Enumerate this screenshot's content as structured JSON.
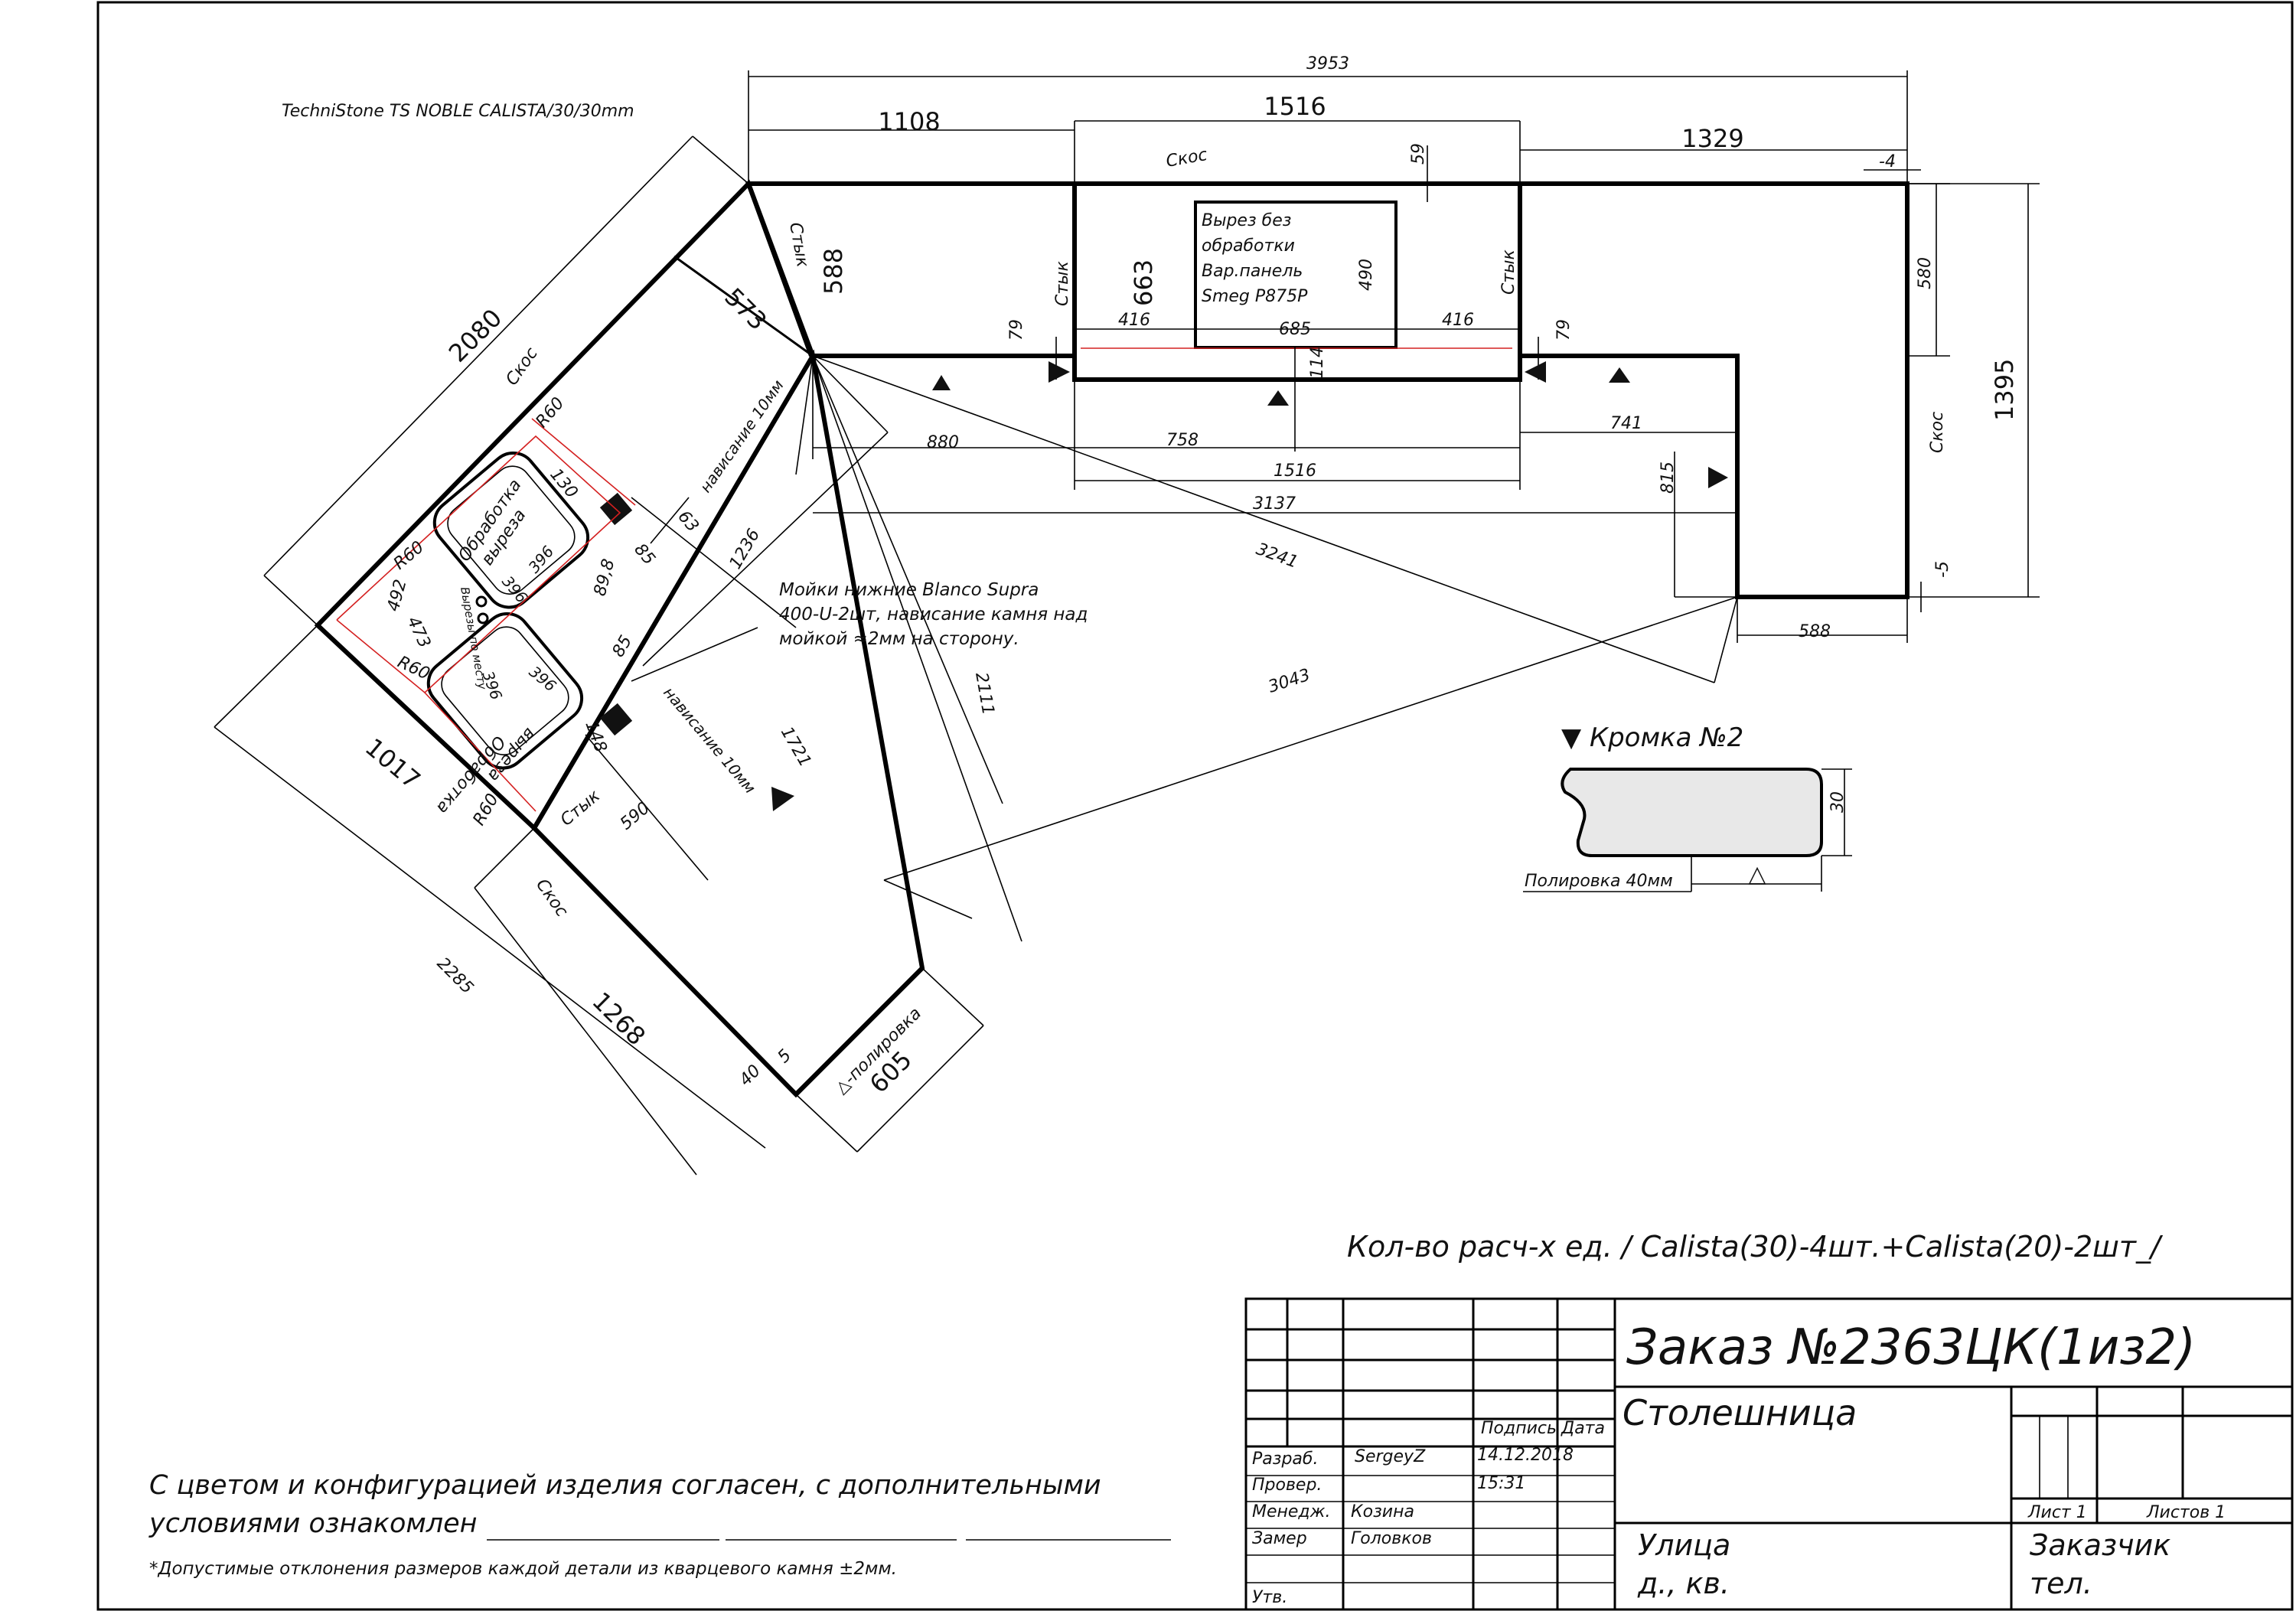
{
  "material": "TechniStone TS NOBLE CALISTA/30/30mm",
  "dims": {
    "total_width": "3953",
    "seg_left": "1108",
    "seg_mid": "1516",
    "seg_right": "1329",
    "minus4": "-4",
    "minus5": "-5",
    "d588_top": "588",
    "d663": "663",
    "d59": "59",
    "d490": "490",
    "d416_left": "416",
    "d416_right": "416",
    "d685": "685",
    "d114": "114",
    "d79_left": "79",
    "d79_right": "79",
    "d580": "580",
    "d1395": "1395",
    "d880": "880",
    "d758": "758",
    "d1516_lower": "1516",
    "d741": "741",
    "d815": "815",
    "d3137": "3137",
    "d3241": "3241",
    "d588_right": "588",
    "d3043": "3043",
    "d2111": "2111",
    "d2080": "2080",
    "d573": "573",
    "d1236": "1236",
    "d1721": "1721",
    "d63": "63",
    "d85a": "85",
    "d85b": "85",
    "d898": "89,8",
    "d130": "130",
    "d492": "492",
    "d473": "473",
    "d396a": "396",
    "d396b": "396",
    "d396c": "396",
    "d396d": "396",
    "d148": "148",
    "d1017": "1017",
    "d590": "590",
    "d2285": "2285",
    "d1268": "1268",
    "d605": "605",
    "d5": "5",
    "d40": "40"
  },
  "labels": {
    "skos_top": "Скос",
    "skos_right": "Скос",
    "skos_diag": "Скос",
    "skos_bottom": "Скос",
    "styk1": "Стык",
    "styk2": "Стык",
    "styk3": "Стык",
    "styk4": "Стык",
    "r60_1": "R60",
    "r60_2": "R60",
    "r60_3": "R60",
    "r60_4": "R60",
    "navis1": "нависание 10мм",
    "navis2": "нависание 10мм",
    "vyrezy_po_mestu": "Вырезы по месту",
    "sink1_l1": "Обработка",
    "sink1_l2": "выреза",
    "sink2_l1": "Обработка",
    "sink2_l2": "выреза",
    "polirovka_tri": "△-полировка"
  },
  "cutout_text": [
    "Вырез без",
    "обработки",
    "Вар.панель",
    "Smeg P875P"
  ],
  "sinks_note": [
    "Мойки нижние Blanco Supra",
    "400-U-2шт, нависание камня над",
    "мойкой ≈2мм на сторону."
  ],
  "edge": {
    "title": "▼ Кромка №2",
    "height": "30",
    "polish": "Полировка 40мм",
    "triangle": "△"
  },
  "quantity_note": "Кол-во расч-х ед.   / Calista(30)-4шт.+Calista(20)-2шт_/",
  "agreement": {
    "line1": "С цветом и конфигурацией изделия согласен, с   дополнительными",
    "line2": "условиями ознакомлен",
    "note": "*Допустимые отклонения размеров каждой детали из кварцевого камня ±2мм."
  },
  "title_block": {
    "order": "Заказ №2363ЦК(1из2)",
    "product": "Столешница",
    "podpis": "Подпись",
    "data": "Дата",
    "razrab": "Разраб.",
    "razrab_name": "SergeyZ",
    "date": "14.12.2018",
    "prover": "Провер.",
    "time": "15:31",
    "menedzh": "Менедж.",
    "menedzh_name": "Козина",
    "zamer": "Замер",
    "zamer_name": "Головков",
    "utv": "Утв.",
    "list": "Лист 1",
    "listov": "Листов 1",
    "street": "Улица",
    "house": "д., кв.",
    "customer": "Заказчик",
    "tel": "тел."
  }
}
